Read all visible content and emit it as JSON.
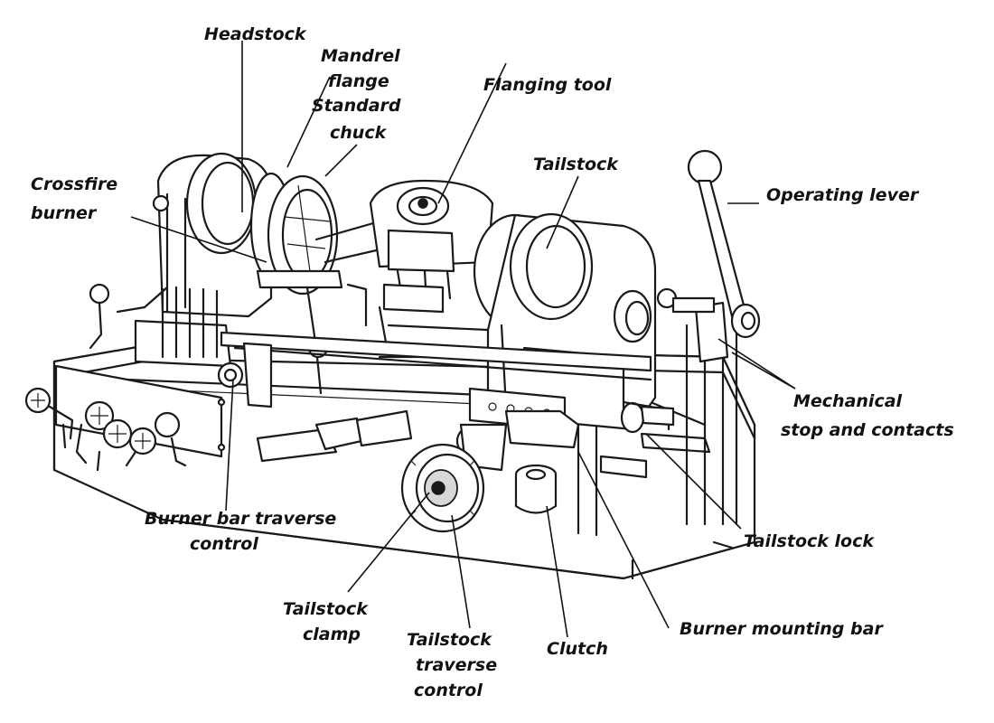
{
  "labels": {
    "headstock": "Headstock",
    "mandrel_flange": [
      "Mandrel",
      "flange"
    ],
    "standard_chuck": [
      "Standard",
      "chuck"
    ],
    "flanging_tool": "Flanging tool",
    "tailstock_top": "Tailstock",
    "crossfire_burner": [
      "Crossfire",
      "burner"
    ],
    "operating_lever": "Operating lever",
    "mechanical_stop": [
      "Mechanical",
      "stop and contacts"
    ],
    "burner_bar_traverse": [
      "Burner bar traverse",
      "control"
    ],
    "tailstock_lock": "Tailstock lock",
    "tailstock_clamp": [
      "Tailstock",
      "clamp"
    ],
    "tailstock_traverse": [
      "Tailstock",
      "traverse",
      "control"
    ],
    "clutch": "Clutch",
    "burner_mounting_bar": "Burner mounting bar"
  },
  "colors": {
    "ink": "#1a1a1a",
    "background": "#ffffff",
    "shade": "#d8d8d8"
  }
}
